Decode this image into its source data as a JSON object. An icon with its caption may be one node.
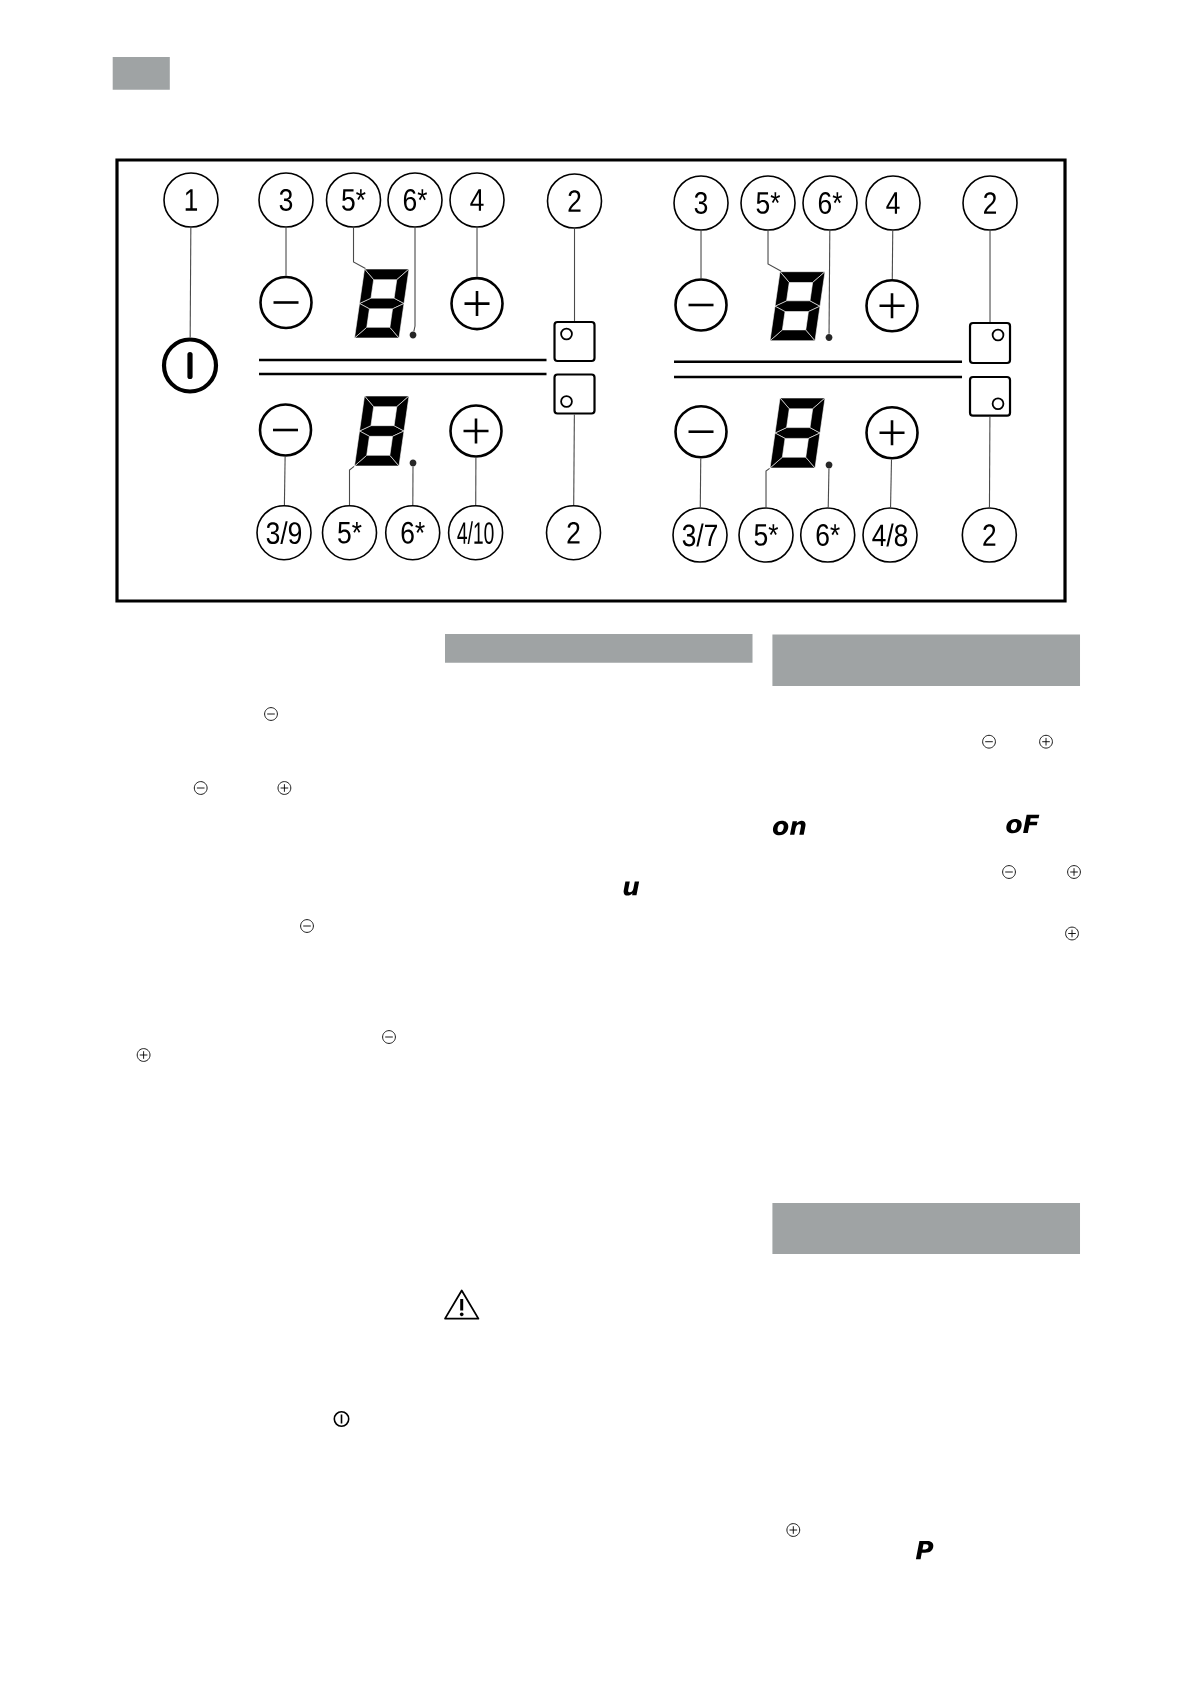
{
  "diagram": {
    "nodes": [
      {
        "text": [
          "1"
        ]
      },
      {
        "text": [
          "3"
        ]
      },
      {
        "text": [
          "5*"
        ]
      },
      {
        "text": [
          "6*"
        ]
      },
      {
        "text": [
          "4"
        ]
      },
      {
        "text": [
          "2"
        ]
      },
      {
        "text": [
          "3"
        ]
      },
      {
        "text": [
          "5*"
        ]
      },
      {
        "text": [
          "6*"
        ]
      },
      {
        "text": [
          "4"
        ]
      },
      {
        "text": [
          "2"
        ]
      },
      {
        "text": [],
        "shape": "circle"
      },
      {
        "text": [],
        "shape": "picture"
      },
      {
        "text": [],
        "shape": "circle"
      },
      {
        "text": [],
        "shape": "circle"
      },
      {
        "text": [],
        "shape": "circle"
      },
      {
        "text": [],
        "shape": "picture"
      },
      {
        "text": [],
        "shape": "circle"
      },
      {
        "text": [],
        "shape": "circle"
      },
      {
        "text": [],
        "shape": "circle"
      },
      {
        "text": [],
        "shape": "box"
      },
      {
        "text": [],
        "shape": "box"
      },
      {
        "text": [],
        "shape": "box"
      },
      {
        "text": [],
        "shape": "box"
      },
      {
        "text": [],
        "shape": "circle"
      },
      {
        "text": [],
        "shape": "picture"
      },
      {
        "text": [],
        "shape": "circle"
      },
      {
        "text": [],
        "shape": "circle"
      },
      {
        "text": [],
        "shape": "circle"
      },
      {
        "text": [],
        "shape": "picture"
      },
      {
        "text": [],
        "shape": "circle"
      },
      {
        "text": [],
        "shape": "circle"
      },
      {
        "text": [
          "3/9"
        ]
      },
      {
        "text": [
          "5*"
        ]
      },
      {
        "text": [
          "6*"
        ]
      },
      {
        "text": [
          "4/10"
        ]
      },
      {
        "text": [
          "2"
        ]
      },
      {
        "text": [
          "3/7"
        ]
      },
      {
        "text": [
          "5*"
        ]
      },
      {
        "text": [
          "6*"
        ]
      },
      {
        "text": [
          "4/8"
        ]
      },
      {
        "text": [
          "2"
        ]
      },
      {
        "text": [],
        "shape": "bar"
      },
      {
        "text": [],
        "shape": "bar"
      },
      {
        "text": [],
        "shape": "bar"
      }
    ],
    "edges": [
      {
        "from": 0,
        "to": 19,
        "arrow": "none"
      },
      {
        "from": 1,
        "to": 11,
        "arrow": "none"
      },
      {
        "from": 2,
        "to": 12,
        "arrow": "none"
      },
      {
        "from": 3,
        "to": 13,
        "arrow": "none"
      },
      {
        "from": 4,
        "to": 14,
        "arrow": "none"
      },
      {
        "from": 5,
        "to": 20,
        "arrow": "none"
      },
      {
        "from": 6,
        "to": 15,
        "arrow": "none"
      },
      {
        "from": 7,
        "to": 16,
        "arrow": "none"
      },
      {
        "from": 8,
        "to": 17,
        "arrow": "none"
      },
      {
        "from": 9,
        "to": 18,
        "arrow": "none"
      },
      {
        "from": 10,
        "to": 21,
        "arrow": "none"
      },
      {
        "from": 32,
        "to": 24,
        "arrow": "none"
      },
      {
        "from": 33,
        "to": 25,
        "arrow": "none"
      },
      {
        "from": 34,
        "to": 26,
        "arrow": "none"
      },
      {
        "from": 35,
        "to": 27,
        "arrow": "none"
      },
      {
        "from": 36,
        "to": 22,
        "arrow": "none"
      },
      {
        "from": 37,
        "to": 28,
        "arrow": "none"
      },
      {
        "from": 38,
        "to": 29,
        "arrow": "none"
      },
      {
        "from": 39,
        "to": 30,
        "arrow": "none"
      },
      {
        "from": 40,
        "to": 31,
        "arrow": "none"
      },
      {
        "from": 41,
        "to": 23,
        "arrow": "none"
      }
    ],
    "labels": [
      "u",
      "on",
      "oF",
      "P"
    ]
  }
}
